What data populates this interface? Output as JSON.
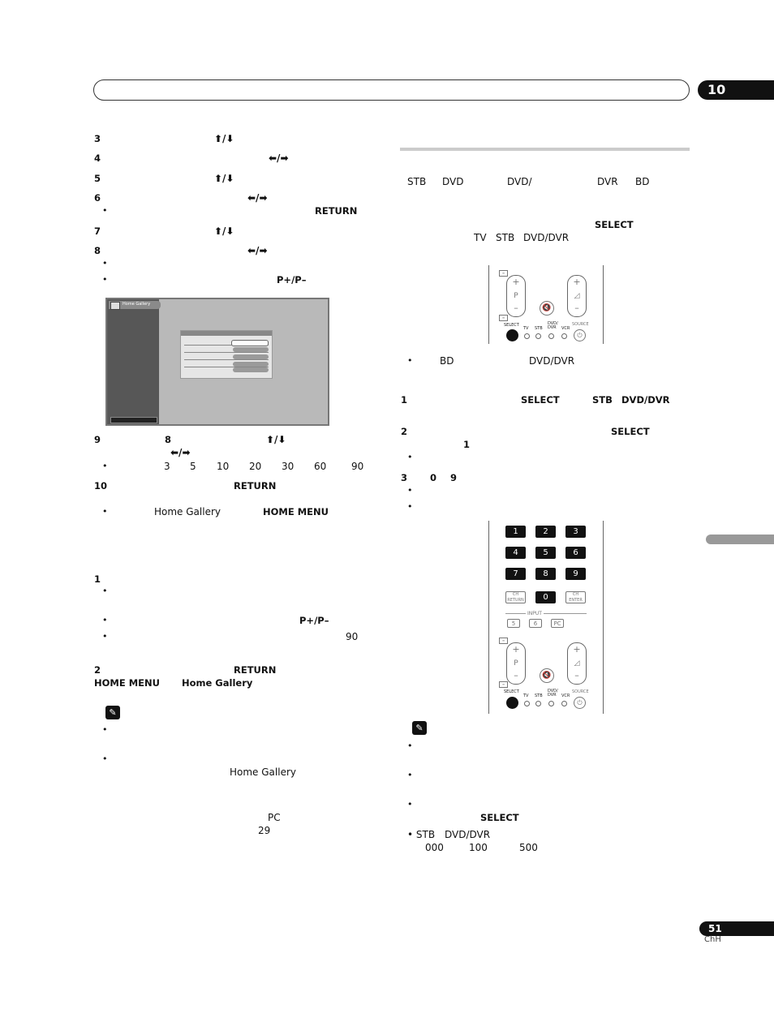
{
  "header": {
    "chapter_number": "10"
  },
  "left": {
    "steps_a": [
      {
        "num": "3",
        "keys": "⬆/⬇"
      },
      {
        "num": "4",
        "keys": "⬅/➡"
      },
      {
        "num": "5",
        "keys": "⬆/⬇"
      },
      {
        "num": "6",
        "keys": "⬅/➡",
        "bullet_key": "RETURN"
      },
      {
        "num": "7",
        "keys": "⬆/⬇"
      },
      {
        "num": "8",
        "keys": "⬅/➡",
        "bullet2_key": "P+/P–"
      }
    ],
    "screen": {
      "tab_title": "Home Gallery"
    },
    "step9": {
      "num": "9",
      "ref": "8",
      "keys1": "⬆/⬇",
      "keys2": "⬅/➡",
      "values": [
        "3",
        "5",
        "10",
        "20",
        "30",
        "60",
        "90"
      ]
    },
    "step10": {
      "num": "10",
      "key": "RETURN",
      "bullet_app": "Home Gallery",
      "bullet_key": "HOME MENU"
    },
    "section2": {
      "step1": "1",
      "bullet2_key": "P+/P–",
      "bullet3_value": "90",
      "step2": "2",
      "step2_key": "RETURN",
      "step2_key2": "HOME MENU",
      "step2_app": "Home Gallery"
    },
    "notes": {
      "app": "Home Gallery",
      "pc": "PC",
      "page_ref": "29"
    }
  },
  "right": {
    "intro": {
      "stb": "STB",
      "dvd": "DVD",
      "dvd_slash": "DVD/",
      "dvr": "DVR",
      "bd": "BD"
    },
    "intro2": {
      "select": "SELECT",
      "tv": "TV",
      "stb": "STB",
      "dvd_dvr": "DVD/DVR"
    },
    "remote1": {
      "select": "SELECT",
      "tv": "TV",
      "stb": "STB",
      "dvd_dvr": "DVD/\nDVR",
      "vcr": "VCR",
      "source": "SOURCE",
      "p": "P"
    },
    "bullet_bd": {
      "bd": "BD",
      "dvd_dvr": "DVD/DVR"
    },
    "step1": {
      "num": "1",
      "select": "SELECT",
      "stb": "STB",
      "dvd_dvr": "DVD/DVR"
    },
    "step2": {
      "num": "2",
      "select": "SELECT",
      "ref": "1"
    },
    "step3": {
      "num": "3",
      "from": "0",
      "to": "9"
    },
    "remote2": {
      "keys": [
        "1",
        "2",
        "3",
        "4",
        "5",
        "6",
        "7",
        "8",
        "9"
      ],
      "ch_return": "CH\nRETURN",
      "zero": "0",
      "ch_enter": "CH\nENTER",
      "input": "INPUT",
      "input_keys": [
        "5",
        "6",
        "PC"
      ]
    },
    "notes": {
      "select": "SELECT",
      "bullet_stb": "• STB",
      "bullet_dvd_dvr": "DVD/DVR",
      "codes": [
        "000",
        "100",
        "500"
      ]
    }
  },
  "footer": {
    "page_number": "51",
    "lang": "ChH"
  }
}
